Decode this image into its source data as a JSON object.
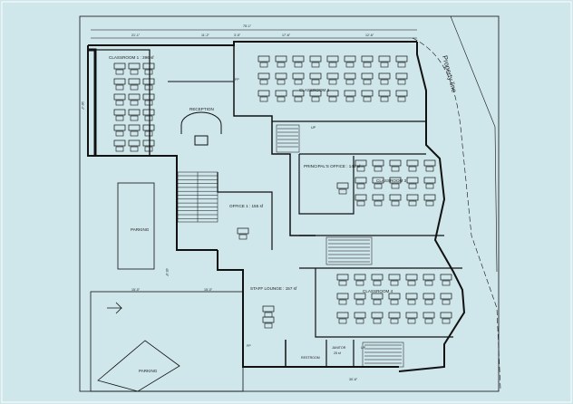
{
  "labels": {
    "classroom_1": "CLASSROOM 1 : 396 sf",
    "classroom_2": "CLASSROOM 2",
    "classroom_3": "CLASSROOM 3",
    "classroom_4": "CLASSROOM 4",
    "reception": "RECEPTION",
    "principals_office": "PRINCIPAL'S OFFICE : 145 sf",
    "office_1": "OFFICE 1 : 155 sf",
    "staff_lounge": "STAFF LOUNGE : 157 sf",
    "parking_1": "PARKING",
    "parking_2": "PARKING",
    "property_line": "Property line",
    "janitor": "JANITOR",
    "janitor_area": "25 sf",
    "restroom": "RESTROOM",
    "fp": "FP",
    "up": "UP"
  },
  "dimensions": {
    "overall_top": "75'-1\"",
    "top_1": "21'-1\"",
    "top_2": "11'-2\"",
    "top_3": "3'-5\"",
    "top_4": "17'-6\"",
    "top_5": "12'-6\"",
    "left_1": "16'-4\"",
    "mid_1": "15'-0\"",
    "mid_2": "15'-0\"",
    "bottom_1": "30'-6\"",
    "left_2": "45'-0\""
  },
  "colors": {
    "background": "#cfe6ea",
    "linework": "#111111",
    "paper_border": "#ffffff"
  }
}
